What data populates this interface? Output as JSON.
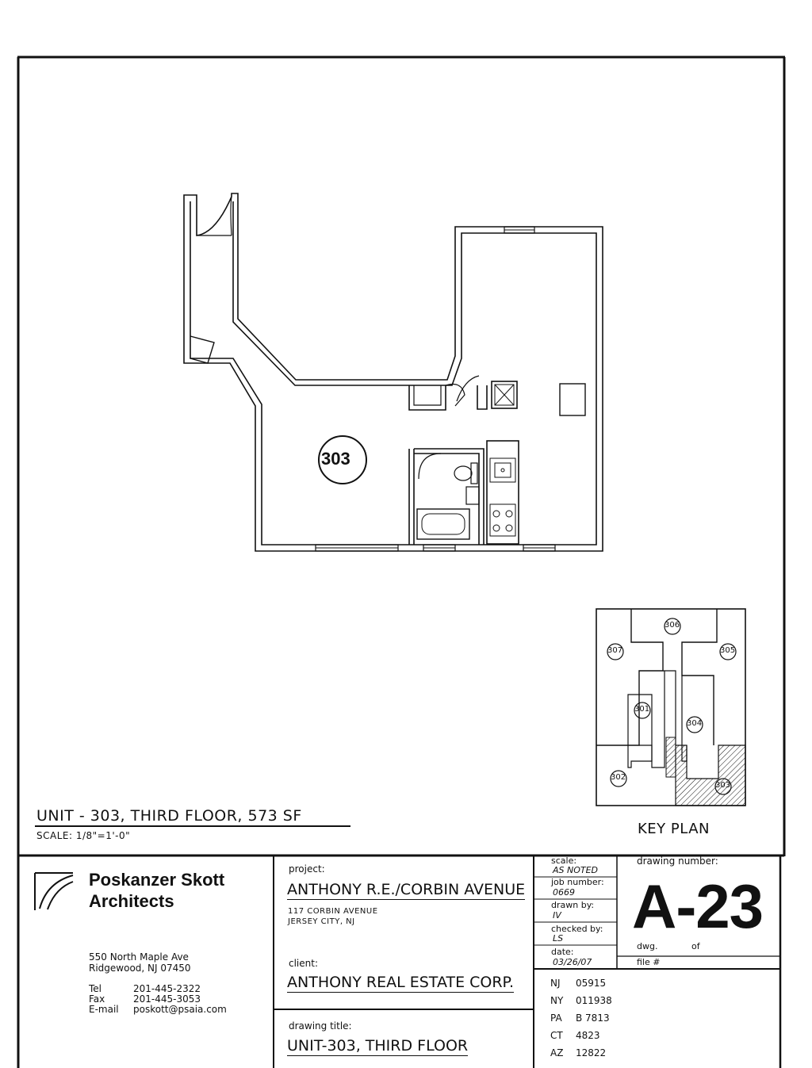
{
  "unit": {
    "number": "303",
    "title": "UNIT - 303, THIRD FLOOR, 573 SF",
    "scale": "SCALE: 1/8\"=1'-0\""
  },
  "key_plan": {
    "label": "KEY PLAN",
    "units": [
      "306",
      "307",
      "305",
      "301",
      "304",
      "302",
      "303"
    ]
  },
  "firm": {
    "name_line1": "Poskanzer Skott",
    "name_line2": "Architects",
    "address1": "550 North Maple Ave",
    "address2": "Ridgewood, NJ 07450",
    "tel_label": "Tel",
    "tel": "201-445-2322",
    "fax_label": "Fax",
    "fax": "201-445-3053",
    "email_label": "E-mail",
    "email": "poskott@psaia.com"
  },
  "project": {
    "label": "project:",
    "name": "ANTHONY R.E./CORBIN AVENUE",
    "address1": "117 CORBIN AVENUE",
    "address2": "JERSEY CITY, NJ"
  },
  "client": {
    "label": "client:",
    "name": "ANTHONY REAL ESTATE CORP."
  },
  "drawing_title": {
    "label": "drawing title:",
    "value": "UNIT-303, THIRD FLOOR"
  },
  "info": {
    "scale_label": "scale:",
    "scale_value": "AS NOTED",
    "job_label": "job number:",
    "job_value": "0669",
    "drawn_label": "drawn by:",
    "drawn_value": "IV",
    "checked_label": "checked by:",
    "checked_value": "LS",
    "date_label": "date:",
    "date_value": "03/26/07"
  },
  "drawing_number": {
    "label": "drawing number:",
    "value": "A-23",
    "dwg_label": "dwg.",
    "of_label": "of",
    "file_label": "file #"
  },
  "licenses": [
    {
      "state": "NJ",
      "number": "05915"
    },
    {
      "state": "NY",
      "number": "011938"
    },
    {
      "state": "PA",
      "number": "B 7813"
    },
    {
      "state": "CT",
      "number": "4823"
    },
    {
      "state": "AZ",
      "number": "12822"
    }
  ]
}
